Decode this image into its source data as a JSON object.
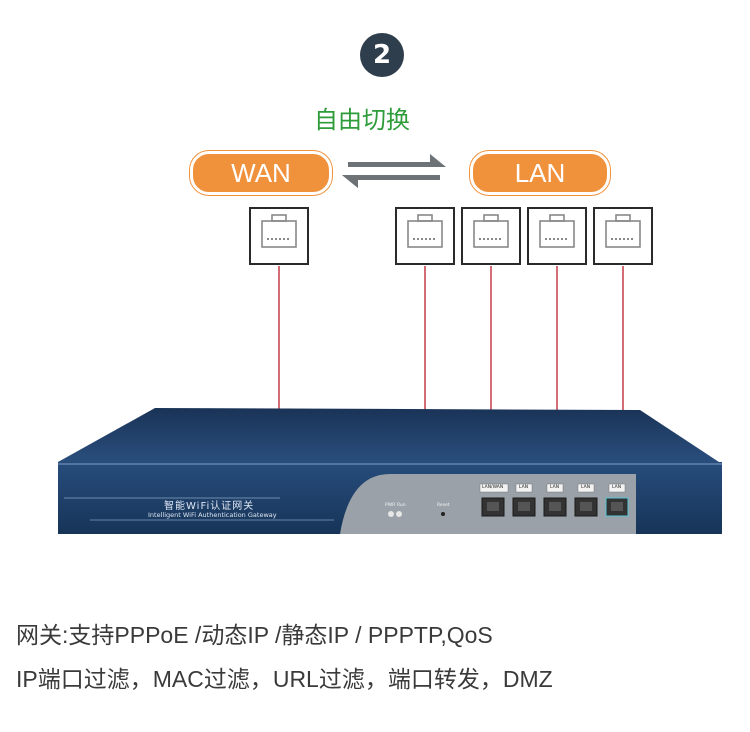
{
  "step_number": "2",
  "switch_label": "自由切换",
  "wan_label": "WAN",
  "lan_label": "LAN",
  "device": {
    "name_cn": "智能WiFi认证网关",
    "name_en": "Intelligent WiFi Authentication Gateway",
    "indicator_label_pwr": "PWR",
    "indicator_label_run": "Run",
    "reset_label": "Reset",
    "port_labels": [
      "LAN/WAN",
      "LAN",
      "LAN",
      "LAN",
      "LAN"
    ]
  },
  "description": {
    "line1": "网关:支持PPPoE /动态IP /静态IP / PPPTP,QoS",
    "line2": "IP端口过滤，MAC过滤，URL过滤，端口转发，DMZ"
  },
  "colors": {
    "pill": "#f0913c",
    "switch_text": "#2e9c3a",
    "cable": "#c0313d",
    "badge": "#2f3e4c",
    "device_body": "#1f3d68"
  }
}
